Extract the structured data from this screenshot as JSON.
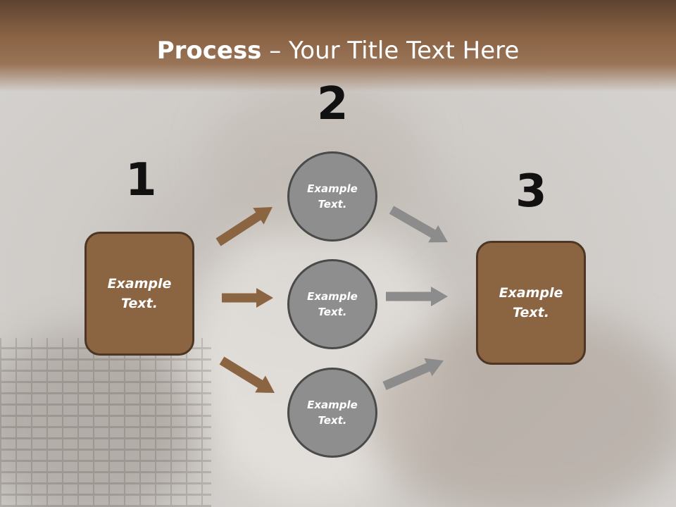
{
  "slide": {
    "title_bold": "Process",
    "title_rest": " – Your Title Text Here"
  },
  "steps": [
    {
      "number": "1"
    },
    {
      "number": "2"
    },
    {
      "number": "3"
    }
  ],
  "left_box": {
    "text": "Example\nText."
  },
  "right_box": {
    "text": "Example\nText."
  },
  "circles": [
    {
      "text": "Example\nText."
    },
    {
      "text": "Example\nText."
    },
    {
      "text": "Example\nText."
    }
  ],
  "colors": {
    "header": "#8a6345",
    "box_fill": "#8b6442",
    "box_border": "#4d3623",
    "circle_fill": "#8e8e8e",
    "arrow_brown": "#8b6442",
    "arrow_gray": "#8c8c8c"
  }
}
